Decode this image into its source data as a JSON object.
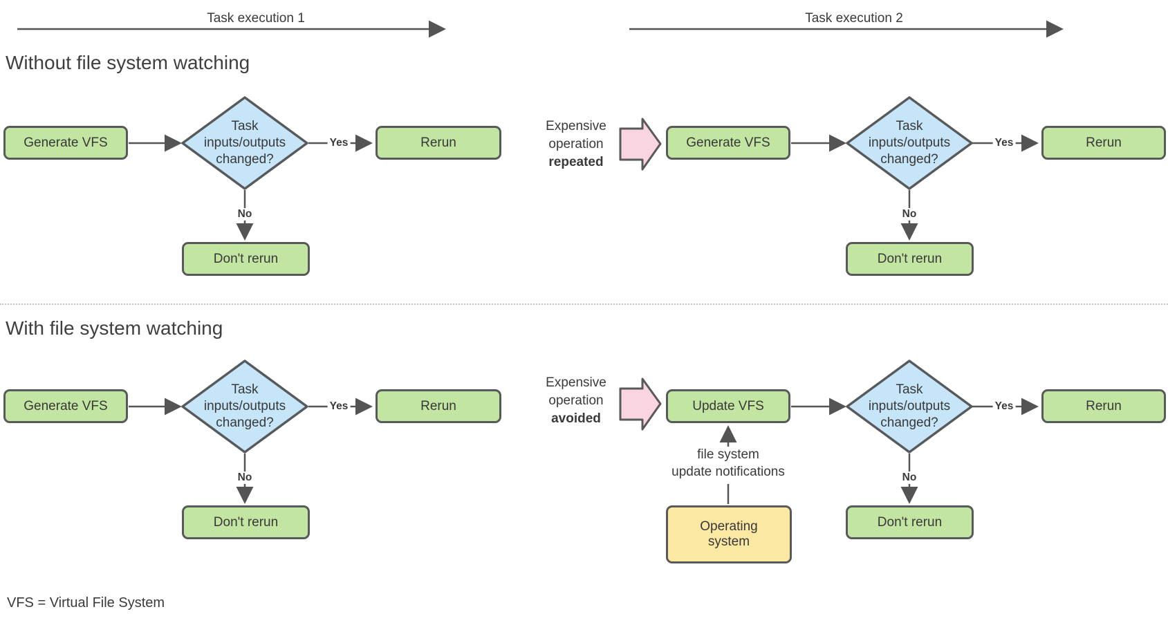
{
  "colors": {
    "green": "#c3e5a2",
    "blue": "#c6e5f8",
    "yellow": "#fbe8a3",
    "pink": "#f8d5e0",
    "shape_stroke": "#58595b",
    "line": "#545454"
  },
  "timeline": {
    "label1": "Task execution 1",
    "label2": "Task execution 2"
  },
  "sections": [
    {
      "heading": "Without file system watching",
      "annotation": {
        "l1": "Expensive",
        "l2": "operation",
        "emphasis": "repeated"
      },
      "flows": [
        {
          "start": "Generate VFS",
          "decision": {
            "l1": "Task",
            "l2": "inputs/outputs",
            "l3": "changed?"
          },
          "yes_label": "Yes",
          "no_label": "No",
          "yes_box": "Rerun",
          "no_box": "Don't rerun"
        },
        {
          "start": "Generate VFS",
          "decision": {
            "l1": "Task",
            "l2": "inputs/outputs",
            "l3": "changed?"
          },
          "yes_label": "Yes",
          "no_label": "No",
          "yes_box": "Rerun",
          "no_box": "Don't rerun"
        }
      ]
    },
    {
      "heading": "With file system watching",
      "annotation": {
        "l1": "Expensive",
        "l2": "operation",
        "emphasis": "avoided"
      },
      "flows": [
        {
          "start": "Generate VFS",
          "decision": {
            "l1": "Task",
            "l2": "inputs/outputs",
            "l3": "changed?"
          },
          "yes_label": "Yes",
          "no_label": "No",
          "yes_box": "Rerun",
          "no_box": "Don't rerun"
        },
        {
          "start": "Update VFS",
          "decision": {
            "l1": "Task",
            "l2": "inputs/outputs",
            "l3": "changed?"
          },
          "yes_label": "Yes",
          "no_label": "No",
          "yes_box": "Rerun",
          "no_box": "Don't rerun",
          "os_note": {
            "l1": "file system",
            "l2": "update notifications"
          },
          "os_box": {
            "l1": "Operating",
            "l2": "system"
          }
        }
      ]
    }
  ],
  "footnote": "VFS = Virtual File System"
}
